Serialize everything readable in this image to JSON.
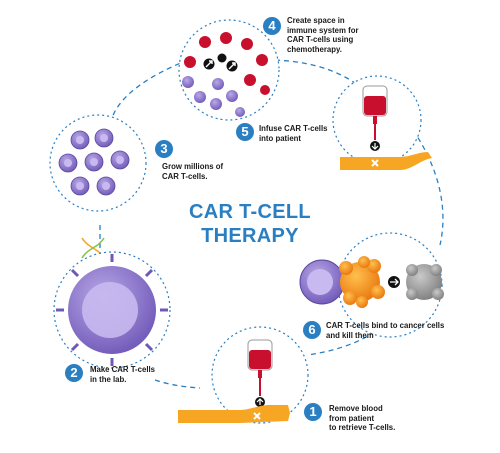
{
  "title": {
    "line1": "CAR T-CELL",
    "line2": "THERAPY"
  },
  "steps": [
    {
      "number": "1",
      "lines": [
        "Remove blood",
        "from patient",
        "to retrieve T-cells."
      ]
    },
    {
      "number": "2",
      "lines": [
        "Make CAR  T-cells",
        "in the lab."
      ]
    },
    {
      "number": "3",
      "lines": [
        "Grow millions of",
        "CAR T-cells."
      ]
    },
    {
      "number": "4",
      "lines": [
        "Create space in",
        "immune system for",
        "CAR T-cells using",
        "chemotherapy."
      ]
    },
    {
      "number": "5",
      "lines": [
        "Infuse CAR T-cells",
        "into patient"
      ]
    },
    {
      "number": "6",
      "lines": [
        "CAR T-cells bind to cancer cells",
        "and kill them"
      ]
    }
  ],
  "colors": {
    "accent": "#2a7fc2",
    "tcell": "#8a74c9",
    "cancer": "#f7941d",
    "blood": "#c8102e",
    "skin": "#f6a623",
    "dead_cell": "#9a9a9a"
  }
}
